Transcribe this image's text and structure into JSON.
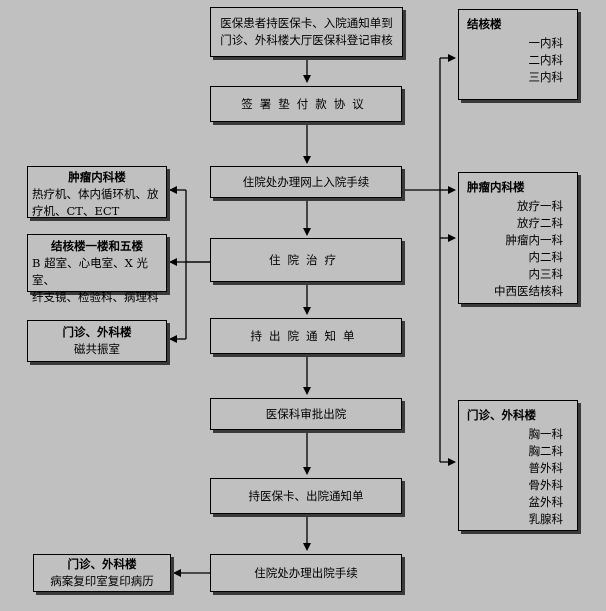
{
  "steps": [
    "医保患者持医保卡、入院通知单到门诊、外科楼大厅医保科登记审核",
    "签署垫付款协议",
    "住院处办理网上入院手续",
    "住院治疗",
    "持出院通知单",
    "医保科审批出院",
    "持医保卡、出院通知单",
    "住院处办理出院手续"
  ],
  "left_boxes": {
    "oncology": {
      "title": "肿瘤内科楼",
      "lines": [
        "热疗机、体内循环机、放",
        "疗机、CT、ECT"
      ]
    },
    "tb": {
      "title": "结核楼一楼和五楼",
      "lines": [
        "B 超室、心电室、X 光室、",
        "纤支镜、检验科、病理科"
      ]
    },
    "outpatient_mri": {
      "title": "门诊、外科楼",
      "lines": [
        "磁共振室"
      ]
    },
    "records": {
      "title": "门诊、外科楼",
      "lines": [
        "病案复印室复印病历"
      ]
    }
  },
  "right_boxes": {
    "tb": {
      "title": "结核楼",
      "depts": [
        "一内科",
        "二内科",
        "三内科"
      ]
    },
    "oncology": {
      "title": "肿瘤内科楼",
      "depts": [
        "放疗一科",
        "放疗二科",
        "肿瘤内一科",
        "内二科",
        "内三科",
        "中西医结核科"
      ]
    },
    "surgery": {
      "title": "门诊、外科楼",
      "depts": [
        "胸一科",
        "胸二科",
        "普外科",
        "骨外科",
        "盆外科",
        "乳腺科"
      ]
    }
  }
}
